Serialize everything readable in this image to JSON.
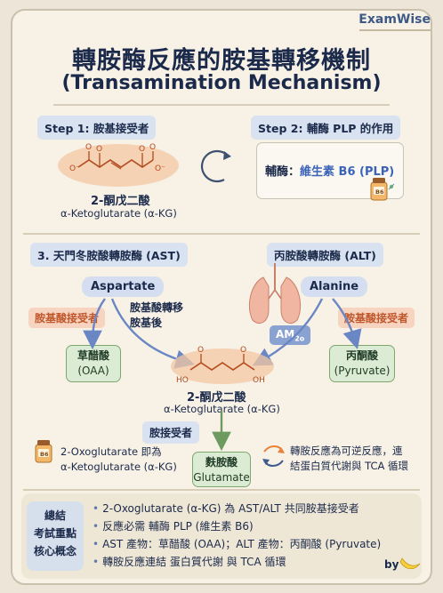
{
  "brand": "ExamWise",
  "title": {
    "zh": "轉胺酶反應的胺基轉移機制",
    "en": "(Transamination Mechanism)"
  },
  "step1": {
    "label": "Step 1:",
    "text": "胺基接受者",
    "compound_zh": "2-酮戊二酸",
    "compound_en": "α-Ketoglutarate (α-KG)"
  },
  "step2": {
    "label": "Step 2:",
    "text": "輔酶 PLP 的作用",
    "coenzyme_label": "輔酶：",
    "coenzyme_value": "維生素 B6 (PLP)",
    "bottle_label": "B6"
  },
  "step3": {
    "ast_title_num": "3.",
    "ast_title": "天門冬胺酸轉胺酶 (AST)",
    "alt_title": "丙胺酸轉胺酶 (ALT)"
  },
  "ast_side": {
    "amino_acid": "Aspartate",
    "acceptor_label": "胺基酸接受者",
    "transfer_label_1": "胺基酸轉移",
    "transfer_label_2": "胺基後",
    "product_zh": "草醋酸",
    "product_en": "(OAA)"
  },
  "alt_side": {
    "amino_acid": "Alanine",
    "acceptor_label": "胺基酸接受者",
    "product_zh": "丙酮酸",
    "product_en": "(Pyruvate)",
    "am_label": "AM",
    "am_sub": "2o"
  },
  "center": {
    "compound_zh": "2-酮戊二酸",
    "compound_en": "α-Ketoglutarate (α-KG)",
    "acceptor_label": "胺接受者",
    "glutamate_zh": "麩胺酸",
    "glutamate_en": "Glutamate"
  },
  "notes": {
    "left_line1": "2-Oxoglutarate 即為",
    "left_line2": "α-Ketoglutarate (α-KG)",
    "right_line1": "轉胺反應為可逆反應，連",
    "right_line2": "結蛋白質代謝與 TCA 循環",
    "bottle_label": "B6"
  },
  "summary": {
    "title_1": "總結",
    "title_2": "考試重點",
    "title_3": "核心概念",
    "points": [
      "2-Oxoglutarate (α-KG) 為 AST/ALT 共同胺基接受者",
      "反應必需 輔酶 PLP (維生素 B6)",
      "AST 產物：草醋酸 (OAA)；ALT 產物：丙酮酸 (Pyruvate)",
      "轉胺反應連結 蛋白質代謝 與 TCA 循環"
    ],
    "signature": "by"
  },
  "colors": {
    "navy": "#1b2a4a",
    "orange": "#e8833a",
    "green": "#7ea770",
    "blue_arrow": "#6a86c4",
    "pale_blue": "#d8e2f1"
  }
}
